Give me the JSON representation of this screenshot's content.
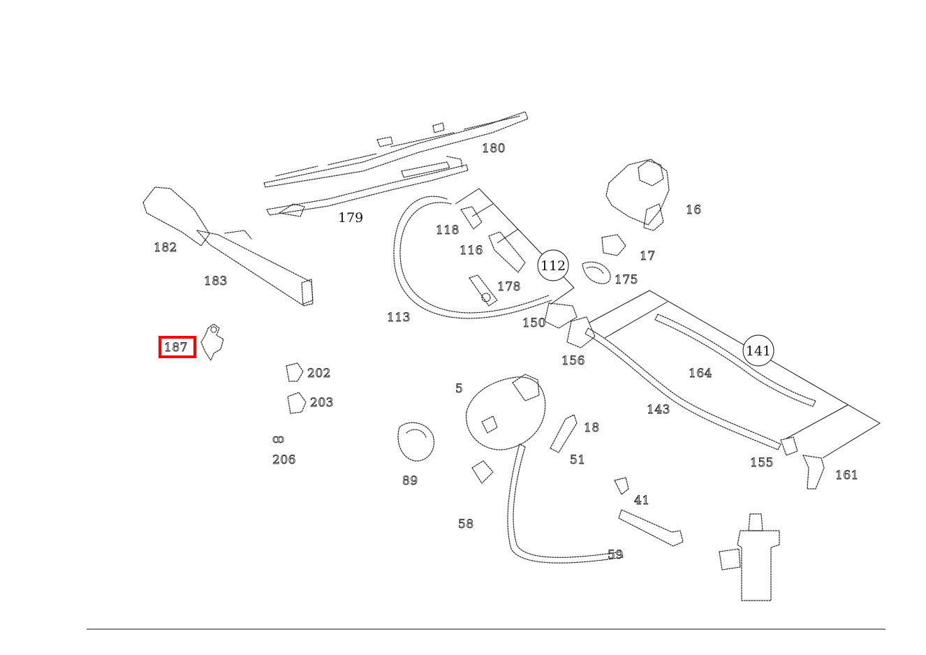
{
  "diagram": {
    "callouts": [
      "112",
      "141"
    ],
    "part_numbers": [
      "179",
      "180",
      "182",
      "183",
      "187",
      "16",
      "17",
      "118",
      "116",
      "113",
      "178",
      "150",
      "175",
      "156",
      "164",
      "143",
      "155",
      "161",
      "5",
      "18",
      "51",
      "41",
      "58",
      "59",
      "202",
      "203",
      "89",
      "206"
    ],
    "selected_part": "187"
  }
}
